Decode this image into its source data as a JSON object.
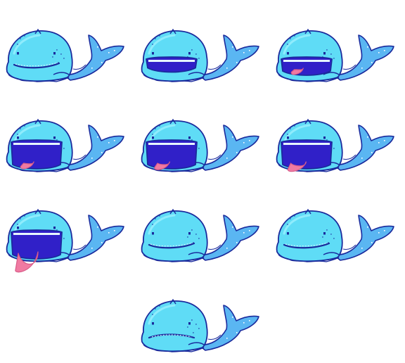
{
  "sprite_sheet": {
    "subject": "whale",
    "palette": {
      "outline": "#1a2a9c",
      "body": "#5fdcf6",
      "body_light": "#9bf0ff",
      "tail": "#5ab6f2",
      "mouth_interior": "#3020c8",
      "teeth": "#e6f6ff",
      "tongue": "#f07aa2",
      "tongue_shade": "#d85c88",
      "eye": "#1a2a9c",
      "highlight": "#ffffff",
      "background": "#ffffff"
    },
    "frames": [
      {
        "name": "whale-frame-1",
        "mouth": "smile-closed",
        "open": 0.0,
        "tongue": 0.0
      },
      {
        "name": "whale-frame-2",
        "mouth": "open",
        "open": 0.35,
        "tongue": 0.0
      },
      {
        "name": "whale-frame-3",
        "mouth": "open",
        "open": 0.5,
        "tongue": 0.15
      },
      {
        "name": "whale-frame-4",
        "mouth": "open",
        "open": 1.0,
        "tongue": 0.25
      },
      {
        "name": "whale-frame-5",
        "mouth": "open",
        "open": 1.0,
        "tongue": 0.4
      },
      {
        "name": "whale-frame-6",
        "mouth": "open",
        "open": 1.0,
        "tongue": 0.65
      },
      {
        "name": "whale-frame-7",
        "mouth": "open",
        "open": 1.0,
        "tongue": 1.0
      },
      {
        "name": "whale-frame-8",
        "mouth": "smile-closed",
        "open": 0.0,
        "tongue": 0.0
      },
      {
        "name": "whale-frame-9",
        "mouth": "smile-closed",
        "open": 0.0,
        "tongue": 0.0
      },
      {
        "name": "whale-frame-10",
        "mouth": "frown",
        "open": 0.0,
        "tongue": 0.0
      }
    ]
  }
}
